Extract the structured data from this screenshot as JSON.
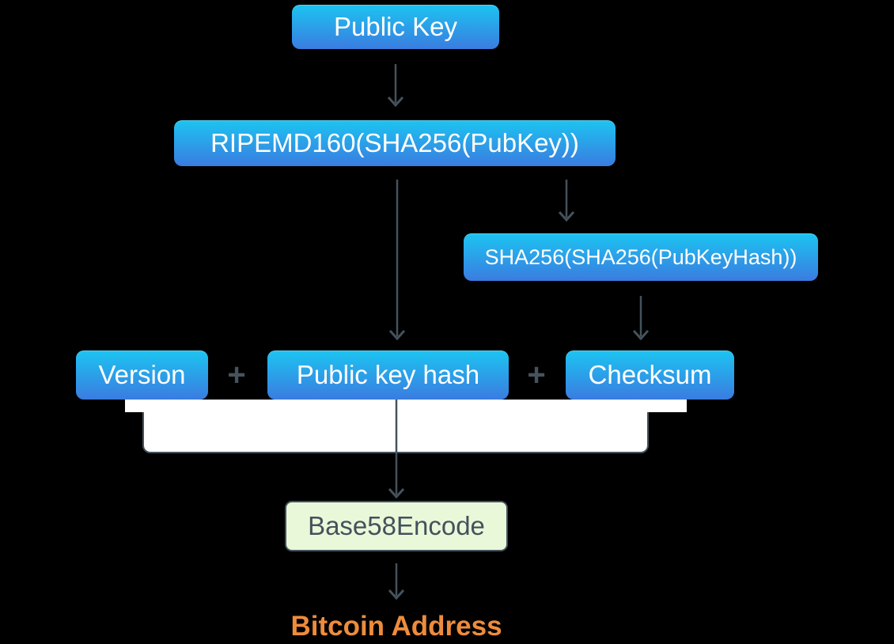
{
  "nodes": {
    "public_key": {
      "label": "Public Key"
    },
    "ripemd": {
      "label": "RIPEMD160(SHA256(PubKey))"
    },
    "sha": {
      "label": "SHA256(SHA256(PubKeyHash))"
    },
    "version": {
      "label": "Version"
    },
    "public_key_hash": {
      "label": "Public key hash"
    },
    "checksum": {
      "label": "Checksum"
    },
    "base58": {
      "label": "Base58Encode"
    },
    "bitcoin_address": {
      "label": "Bitcoin Address"
    }
  },
  "operators": {
    "plus_left": "+",
    "plus_right": "+"
  },
  "icons": {
    "arrows": [
      "arrow-public-key-to-ripemd160",
      "arrow-ripemd160-to-public-key-hash",
      "arrow-ripemd160-to-sha256",
      "arrow-sha256-to-checksum",
      "arrow-concat-to-base58encode",
      "arrow-base58encode-to-bitcoin-address"
    ]
  },
  "colors": {
    "node_grad_top": "#1CC4F1",
    "node_grad_bottom": "#3A7CE0",
    "node_text": "#FFFFFF",
    "arrow": "#44525C",
    "plus": "#46535D",
    "base58_bg": "#EAF8DA",
    "base58_border": "#44525C",
    "base58_text": "#44525C",
    "bitcoin_address": "#EE8C3C",
    "bracket_fill": "#FFFFFF",
    "bracket_border": "#44525C",
    "background": "#000000"
  }
}
